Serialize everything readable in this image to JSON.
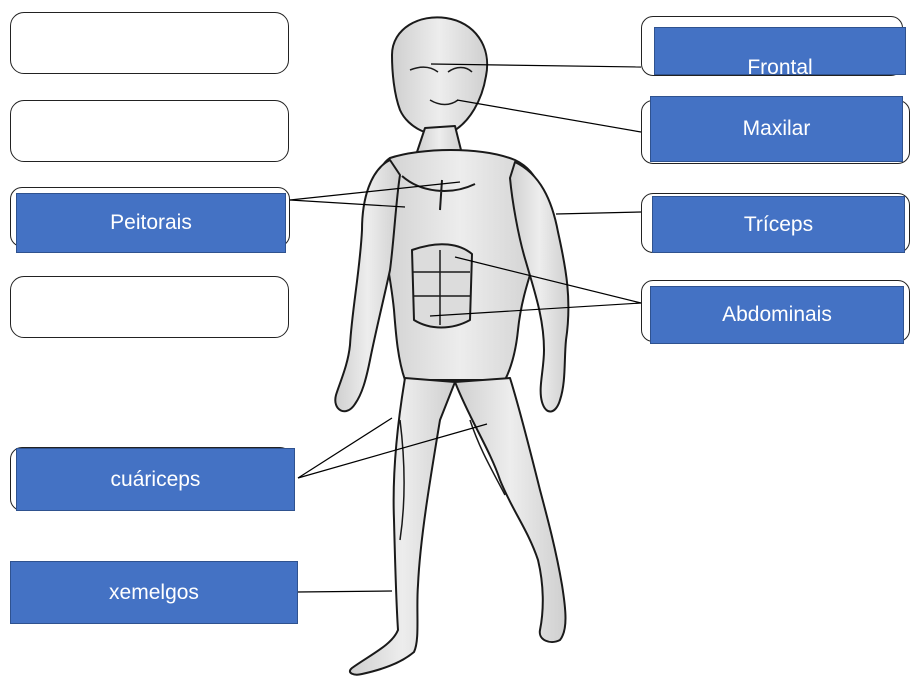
{
  "labels": {
    "frontal": "Frontal",
    "maxilar": "Maxilar",
    "peitorais": "Peitorais",
    "triceps": "Tríceps",
    "abdominais": "Abdominais",
    "cuariceps": "cuáriceps",
    "xemelgos": "xemelgos"
  },
  "colors": {
    "label_fill": "#4472c4",
    "label_border": "#2f528f",
    "label_text": "#ffffff",
    "line": "#000000",
    "figure_skin": "#e6e6e6",
    "figure_outline": "#1a1a1a"
  }
}
